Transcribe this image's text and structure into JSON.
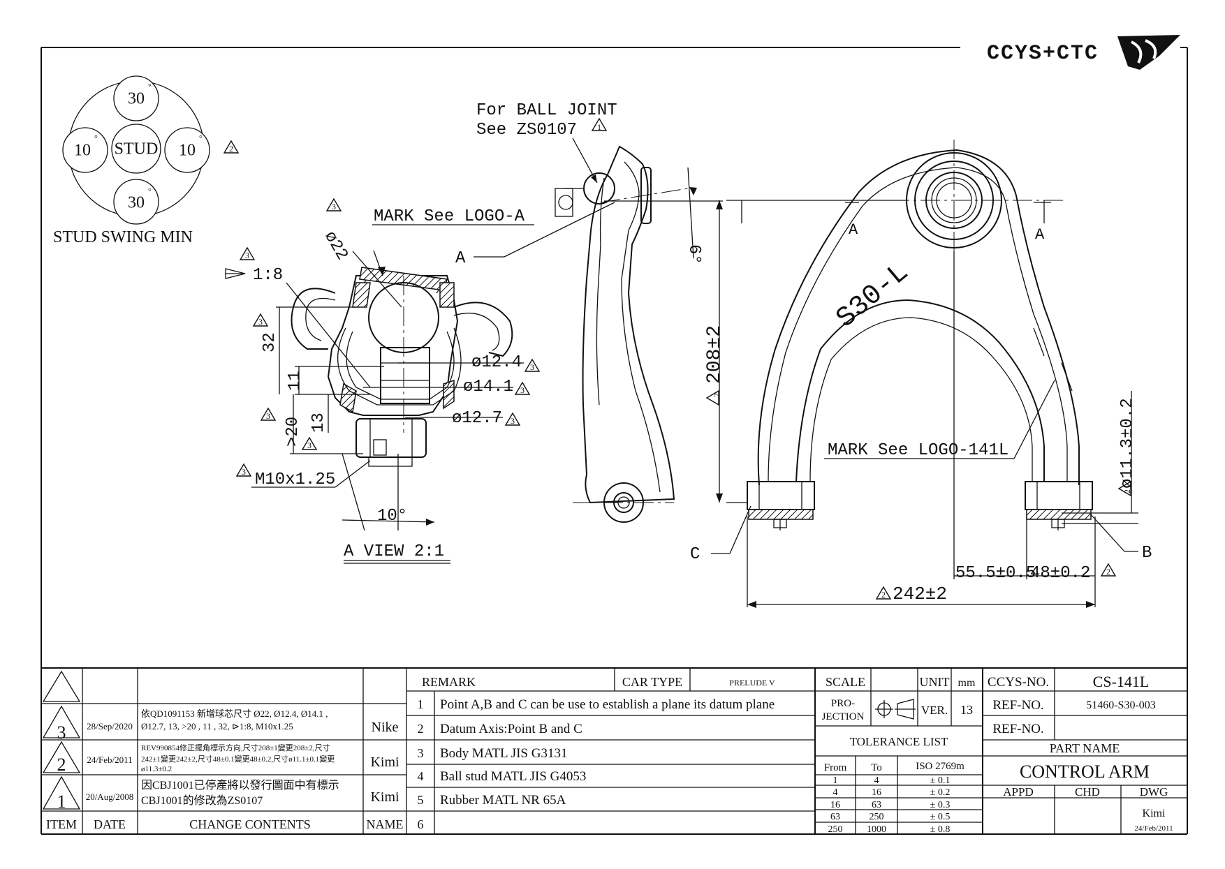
{
  "logo": {
    "text": "CCYS+CTC"
  },
  "stud_swing": {
    "center_label": "STUD",
    "top_value": "30",
    "bottom_value": "30",
    "left_value": "10",
    "right_value": "10",
    "degree": "°",
    "caption": "STUD SWING MIN",
    "rev_mark": "2"
  },
  "view_a": {
    "mark_callout": "MARK See LOGO-A",
    "taper": "1:8",
    "dim_dia22": "ø22",
    "dim_32": "32",
    "dim_11": "11",
    "dim_20": ">20",
    "dim_13": "13",
    "dim_dia124": "ø12.4",
    "dim_dia141": "ø14.1",
    "dim_dia127": "ø12.7",
    "thread": "M10x1.25",
    "angle": "10°",
    "title": "A VIEW 2:1",
    "rev_mark": "3"
  },
  "side_view": {
    "ball_joint_line1": "For BALL JOINT",
    "ball_joint_line2": "See ZS0107",
    "rev_mark_1": "1",
    "section_label": "A",
    "angle": "6°",
    "dim_208": "208±2",
    "rev_mark_2": "2"
  },
  "front_view": {
    "section_a_left": "A",
    "section_a_right": "A",
    "part_marking": "S30-L",
    "mark_callout": "MARK See LOGO-141L",
    "dim_dia113": "ø11.3±0.2",
    "label_b": "B",
    "label_c": "C",
    "dim_555": "55.5±0.5",
    "dim_48": "48±0.2",
    "dim_242": "242±2",
    "rev_mark": "2"
  },
  "revisions": {
    "header": {
      "item": "ITEM",
      "date": "DATE",
      "contents": "CHANGE CONTENTS",
      "name": "NAME"
    },
    "rows": [
      {
        "item": "3",
        "date": "28/Sep/2020",
        "line1": "依QD1091153 新增球芯尺寸 Ø22, Ø12.4, Ø14.1 ,",
        "line2": "Ø12.7, 13, >20 , 11 , 32, ⊳1:8, M10x1.25",
        "line3": "",
        "name": "Nike"
      },
      {
        "item": "2",
        "date": "24/Feb/2011",
        "line1": "REV990854修正擺角標示方向,尺寸208±1變更208±2,尺寸",
        "line2": "242±1變更242±2,尺寸48±0.1變更48±0.2,尺寸ø11.1±0.1變更",
        "line3": "ø11.3±0.2",
        "name": "Kimi"
      },
      {
        "item": "1",
        "date": "20/Aug/2008",
        "line1": "因CBJ1001已停產將以發行圖面中有標示",
        "line2": "CBJ1001的修改為ZS0107",
        "line3": "",
        "name": "Kimi"
      }
    ]
  },
  "remarks": {
    "header": "REMARK",
    "car_type_label": "CAR TYPE",
    "car_type": "PRELUDE V",
    "items": [
      {
        "no": "1",
        "text": "Point A,B and C can be use to establish a plane its datum plane"
      },
      {
        "no": "2",
        "text": "Datum Axis:Point B and C"
      },
      {
        "no": "3",
        "text": "Body MATL JIS G3131"
      },
      {
        "no": "4",
        "text": "Ball stud MATL JIS G4053"
      },
      {
        "no": "5",
        "text": "Rubber MATL NR 65A"
      },
      {
        "no": "6",
        "text": ""
      }
    ]
  },
  "scale_block": {
    "scale_label": "SCALE",
    "unit_label": "UNIT",
    "unit": "mm",
    "projection_label_1": "PRO-",
    "projection_label_2": "JECTION",
    "ver_label": "VER.",
    "ver": "13"
  },
  "tolerance": {
    "title": "TOLERANCE LIST",
    "from_label": "From",
    "to_label": "To",
    "iso_label": "ISO 2769m",
    "rows": [
      {
        "from": "1",
        "to": "4",
        "tol": "± 0.1"
      },
      {
        "from": "4",
        "to": "16",
        "tol": "± 0.2"
      },
      {
        "from": "16",
        "to": "63",
        "tol": "± 0.3"
      },
      {
        "from": "63",
        "to": "250",
        "tol": "± 0.5"
      },
      {
        "from": "250",
        "to": "1000",
        "tol": "± 0.8"
      }
    ]
  },
  "title_block": {
    "ccys_label": "CCYS-NO.",
    "ccys_no": "CS-141L",
    "ref_label_1": "REF-NO.",
    "ref_no_1": "51460-S30-003",
    "ref_label_2": "REF-NO.",
    "ref_no_2": "",
    "part_name_label": "PART NAME",
    "part_name": "CONTROL ARM",
    "appd_label": "APPD",
    "chd_label": "CHD",
    "dwg_label": "DWG",
    "dwg_name": "Kimi",
    "dwg_date": "24/Feb/2011"
  }
}
